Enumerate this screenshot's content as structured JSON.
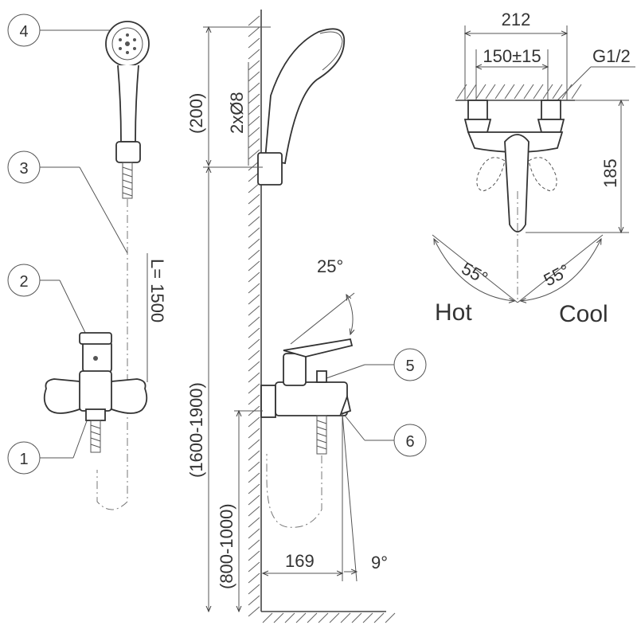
{
  "callouts": [
    "1",
    "2",
    "3",
    "4",
    "5",
    "6"
  ],
  "dimensions": {
    "width_total": "212",
    "inlet_spacing": "150±15",
    "thread": "G1/2",
    "height_185": "185",
    "hand_shower_offset": "(200)",
    "holes": "2xØ8",
    "hose_length": "L= 1500",
    "shower_height": "(1600-1900)",
    "mixer_height": "(800-1000)",
    "projection": "169",
    "lever_angle": "25°",
    "spout_angle": "9°",
    "hot_angle": "55°",
    "cool_angle": "55°"
  },
  "labels": {
    "hot": "Hot",
    "cool": "Cool"
  }
}
